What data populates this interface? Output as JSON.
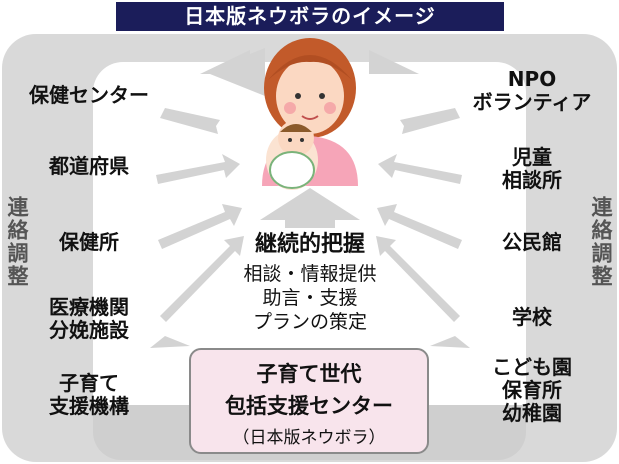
{
  "title": "日本版ネウボラのイメージ",
  "side_label_left": "連絡調整",
  "side_label_right": "連絡調整",
  "left_nodes": [
    "保健センター",
    "都道府県",
    "保健所",
    "医療機関\n分娩施設",
    "子育て\n支援機構"
  ],
  "right_nodes": [
    "NPO\nボランティア",
    "児童\n相談所",
    "公民館",
    "学校",
    "こども園\n保育所\n幼稚園"
  ],
  "center": {
    "title": "継続的把握",
    "lines": [
      "相談・情報提供",
      "助言・支援",
      "プランの策定"
    ],
    "box_line1": "子育て世代",
    "box_line2": "包括支援センター",
    "box_line3": "（日本版ネウボラ）"
  },
  "colors": {
    "title_bg": "#1b1d5a",
    "ring": "#d9d9d9",
    "box_fill": "#f8e4ec",
    "arrow": "#d3d3d3"
  },
  "illustration_icon": "mother-and-baby-icon"
}
